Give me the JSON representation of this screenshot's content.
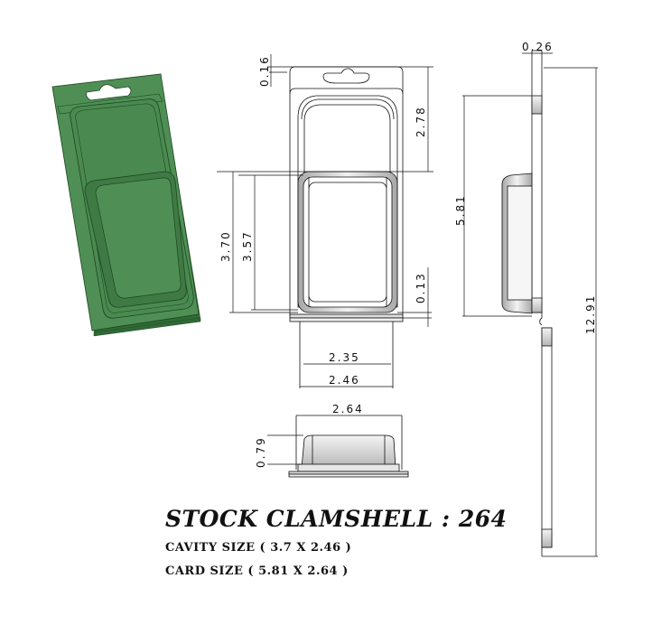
{
  "title": {
    "main": "STOCK CLAMSHELL : 264",
    "cavity_size": "CAVITY SIZE ( 3.7 X 2.46 )",
    "card_size": "CARD SIZE ( 5.81 X 2.64 )"
  },
  "colors": {
    "iso_green": "#4f8f55",
    "iso_green_dark": "#2f6a35",
    "line": "#111111",
    "shade": "#cfcfcf"
  },
  "views": {
    "isometric": {
      "label": "isometric-view"
    },
    "front": {
      "dimensions": {
        "hang_tab_offset": "0.16",
        "top_to_cavity": "2.78",
        "cavity_height_outer": "3.70",
        "cavity_height_inner": "3.57",
        "bottom_flange": "0.13",
        "cavity_width_inner": "2.35",
        "cavity_width_outer": "2.46"
      }
    },
    "bottom": {
      "dimensions": {
        "overall_width": "2.64",
        "cavity_depth": "0.79"
      }
    },
    "side": {
      "dimensions": {
        "thickness": "0.26",
        "card_height": "5.81",
        "overall_height": "12.91"
      }
    }
  }
}
